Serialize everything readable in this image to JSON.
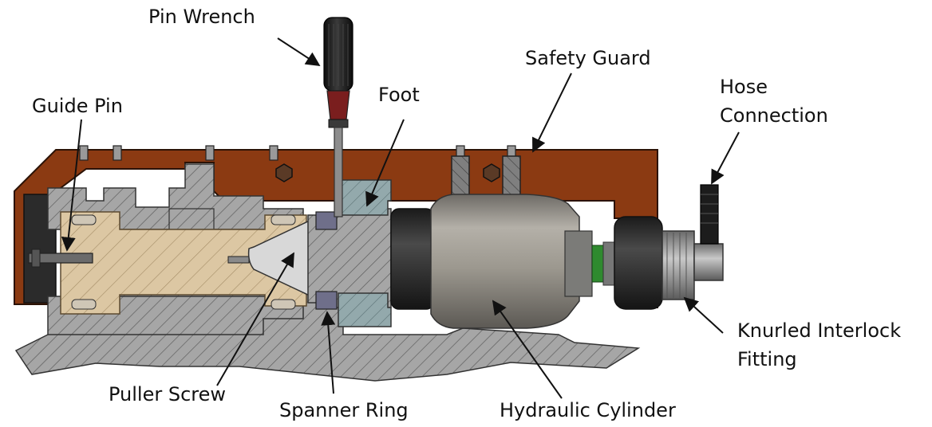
{
  "labels": {
    "pin_wrench": "Pin Wrench",
    "safety_guard": "Safety Guard",
    "hose_connection_1": "Hose",
    "hose_connection_2": "Connection",
    "guide_pin": "Guide Pin",
    "foot": "Foot",
    "knurled_interlock_1": "Knurled Interlock",
    "knurled_interlock_2": "Fitting",
    "puller_screw": "Puller Screw",
    "spanner_ring": "Spanner Ring",
    "hydraulic_cylinder": "Hydraulic Cylinder"
  },
  "colors": {
    "guard": "#8b3a12",
    "steel_section": "#8c8c8c",
    "steel_light": "#bdbdbd",
    "brass": "#d9c3a0",
    "foot_blue": "#8fa3a6",
    "cylinder": "#9a968f",
    "rubber": "#2b2b2b",
    "accent_green": "#2f8a2f",
    "handle_red": "#7a1e1e"
  }
}
